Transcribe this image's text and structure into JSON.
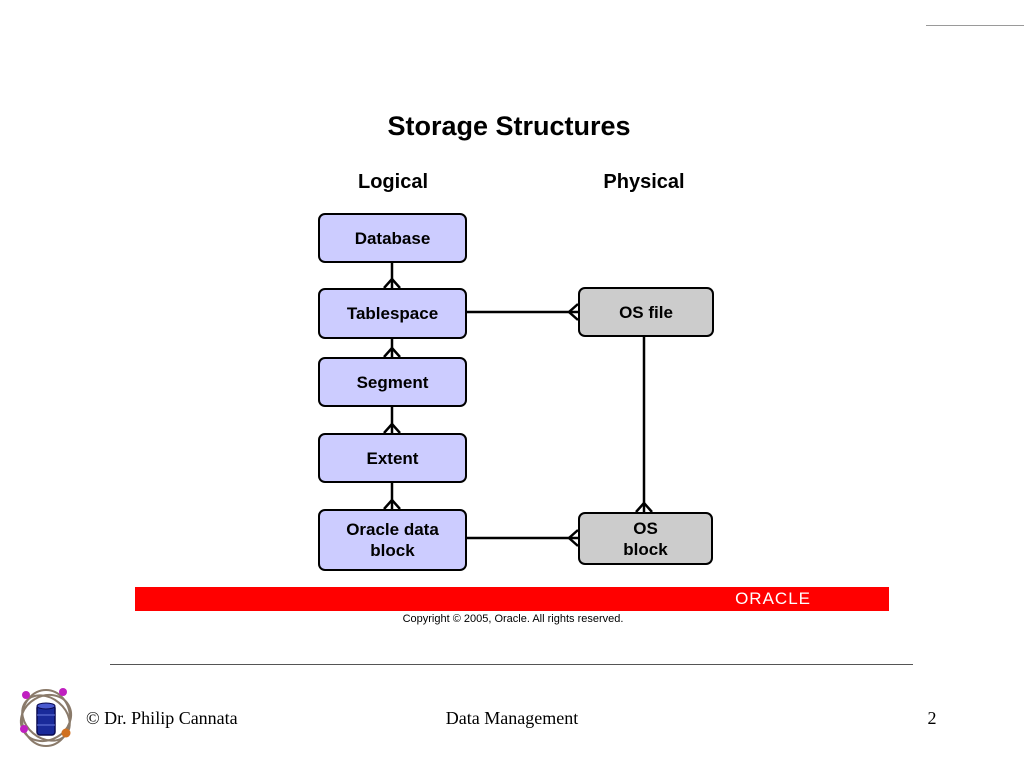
{
  "slide": {
    "title": "Storage Structures",
    "logical_heading": "Logical",
    "physical_heading": "Physical"
  },
  "logical_boxes": [
    {
      "id": "database",
      "label": "Database"
    },
    {
      "id": "tablespace",
      "label": "Tablespace"
    },
    {
      "id": "segment",
      "label": "Segment"
    },
    {
      "id": "extent",
      "label": "Extent"
    },
    {
      "id": "oracle-data-block",
      "label": "Oracle data\nblock"
    }
  ],
  "physical_boxes": [
    {
      "id": "os-file",
      "label": "OS file"
    },
    {
      "id": "os-block",
      "label": "OS\nblock"
    }
  ],
  "banner": {
    "logo_text": "ORACLE",
    "color": "#ff0000",
    "copyright": "Copyright © 2005, Oracle.  All rights reserved."
  },
  "footer": {
    "author": "© Dr. Philip Cannata",
    "course": "Data Management",
    "page_number": "2"
  },
  "colors": {
    "logical_fill": "#ccccff",
    "physical_fill": "#cccccc"
  }
}
